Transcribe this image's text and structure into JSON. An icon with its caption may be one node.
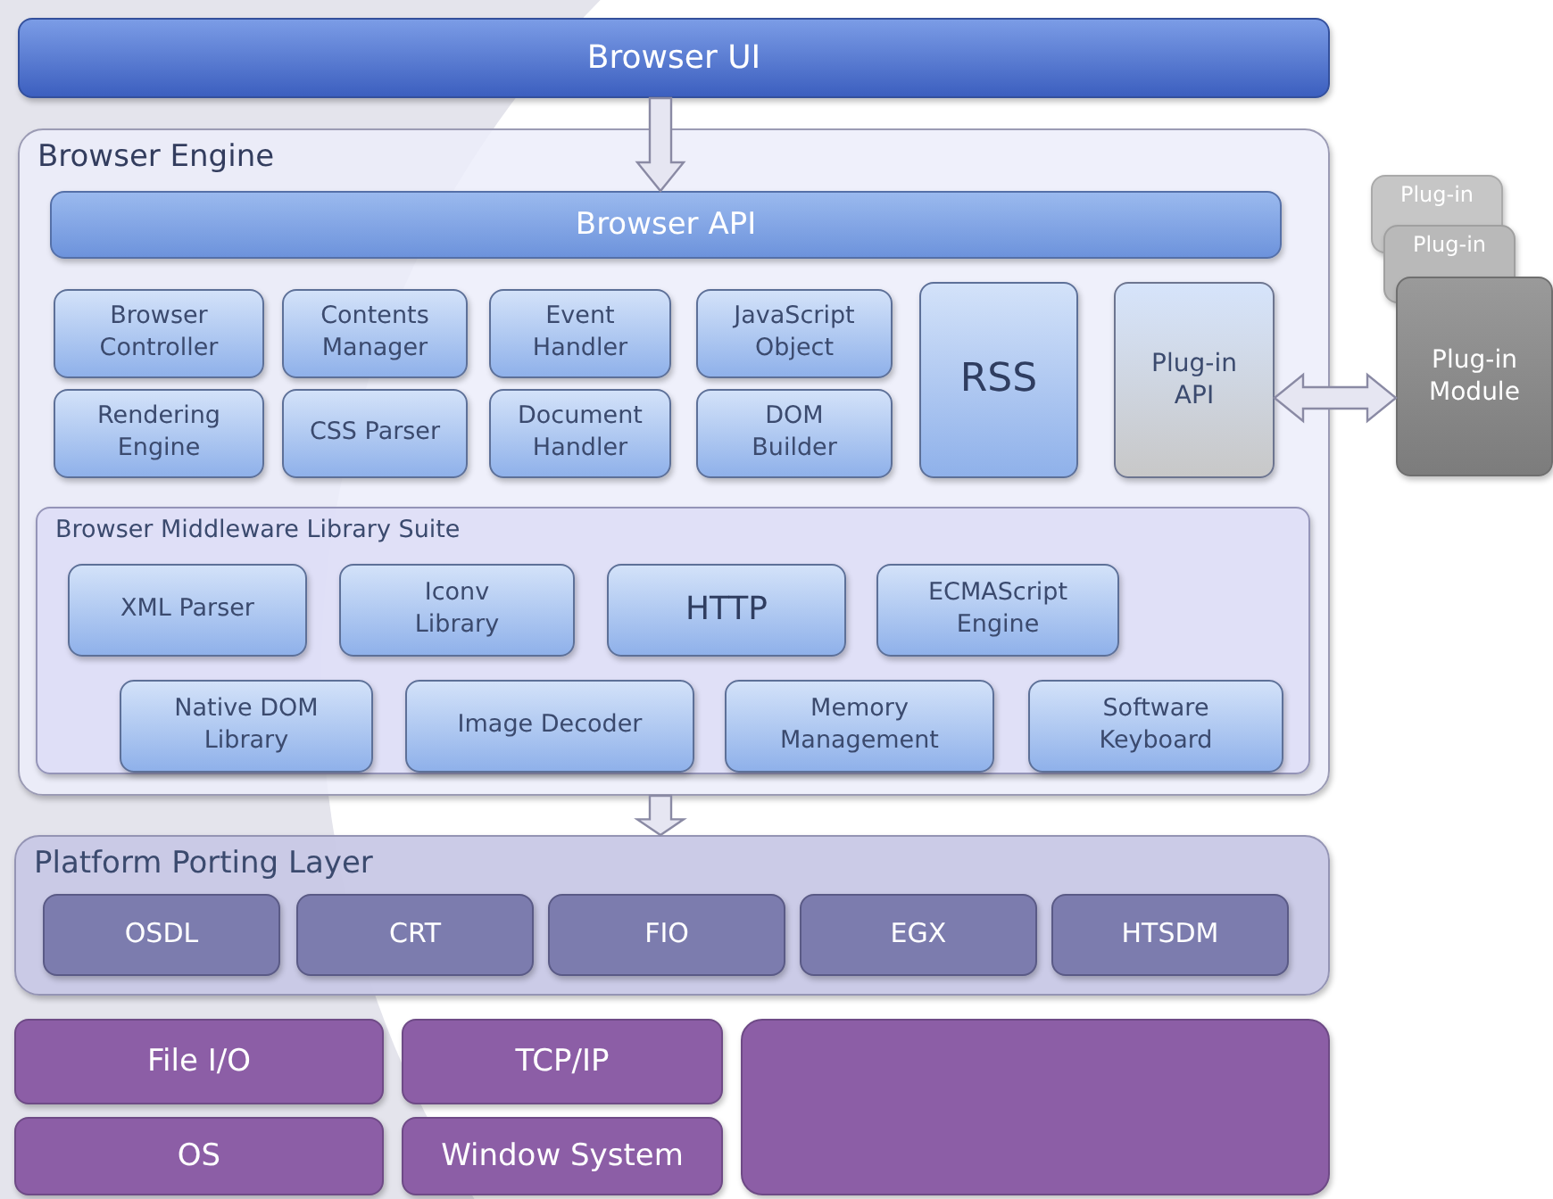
{
  "diagram": {
    "nodes": [
      {
        "text": [
          "Browser UI"
        ]
      },
      {
        "text": [
          "Browser Engine"
        ]
      },
      {
        "text": [
          "Browser API"
        ],
        "in": 1
      },
      {
        "text": [
          "Browser Controller"
        ],
        "in": 1
      },
      {
        "text": [
          "Contents Manager"
        ],
        "in": 1
      },
      {
        "text": [
          "Event Handler"
        ],
        "in": 1
      },
      {
        "text": [
          "JavaScript Object"
        ],
        "in": 1
      },
      {
        "text": [
          "Rendering Engine"
        ],
        "in": 1
      },
      {
        "text": [
          "CSS Parser"
        ],
        "in": 1
      },
      {
        "text": [
          "Document Handler"
        ],
        "in": 1
      },
      {
        "text": [
          "DOM Builder"
        ],
        "in": 1
      },
      {
        "text": [
          "RSS"
        ],
        "in": 1
      },
      {
        "text": [
          "Plug-in API"
        ],
        "in": 1
      },
      {
        "text": [
          "Browser Middleware Library Suite"
        ],
        "in": 1
      },
      {
        "text": [
          "XML Parser"
        ],
        "in": 13
      },
      {
        "text": [
          "Iconv Library"
        ],
        "in": 13
      },
      {
        "text": [
          "HTTP"
        ],
        "in": 13
      },
      {
        "text": [
          "ECMAScript Engine"
        ],
        "in": 13
      },
      {
        "text": [
          "Native DOM Library"
        ],
        "in": 13
      },
      {
        "text": [
          "Image Decoder"
        ],
        "in": 13
      },
      {
        "text": [
          "Memory Management"
        ],
        "in": 13
      },
      {
        "text": [
          "Software Keyboard"
        ],
        "in": 13
      },
      {
        "text": [
          "Platform Porting Layer"
        ]
      },
      {
        "text": [
          "OSDL"
        ],
        "in": 22
      },
      {
        "text": [
          "CRT"
        ],
        "in": 22
      },
      {
        "text": [
          "FIO"
        ],
        "in": 22
      },
      {
        "text": [
          "EGX"
        ],
        "in": 22
      },
      {
        "text": [
          "HTSDM"
        ],
        "in": 22
      },
      {
        "text": [
          "File I/O"
        ]
      },
      {
        "text": [
          "TCP/IP"
        ]
      },
      {
        "text": [
          "OS"
        ]
      },
      {
        "text": [
          "Window System"
        ]
      },
      {
        "text": [],
        "shape": "box"
      },
      {
        "text": [
          "Plug-in"
        ]
      },
      {
        "text": [
          "Plug-in"
        ]
      },
      {
        "text": [
          "Plug-in Module"
        ]
      }
    ],
    "edges": [
      {
        "from": 0,
        "to": 2,
        "arrow": "to"
      },
      {
        "from": 1,
        "to": 22,
        "arrow": "to"
      },
      {
        "from": 12,
        "to": 35,
        "arrow": "both"
      }
    ]
  }
}
